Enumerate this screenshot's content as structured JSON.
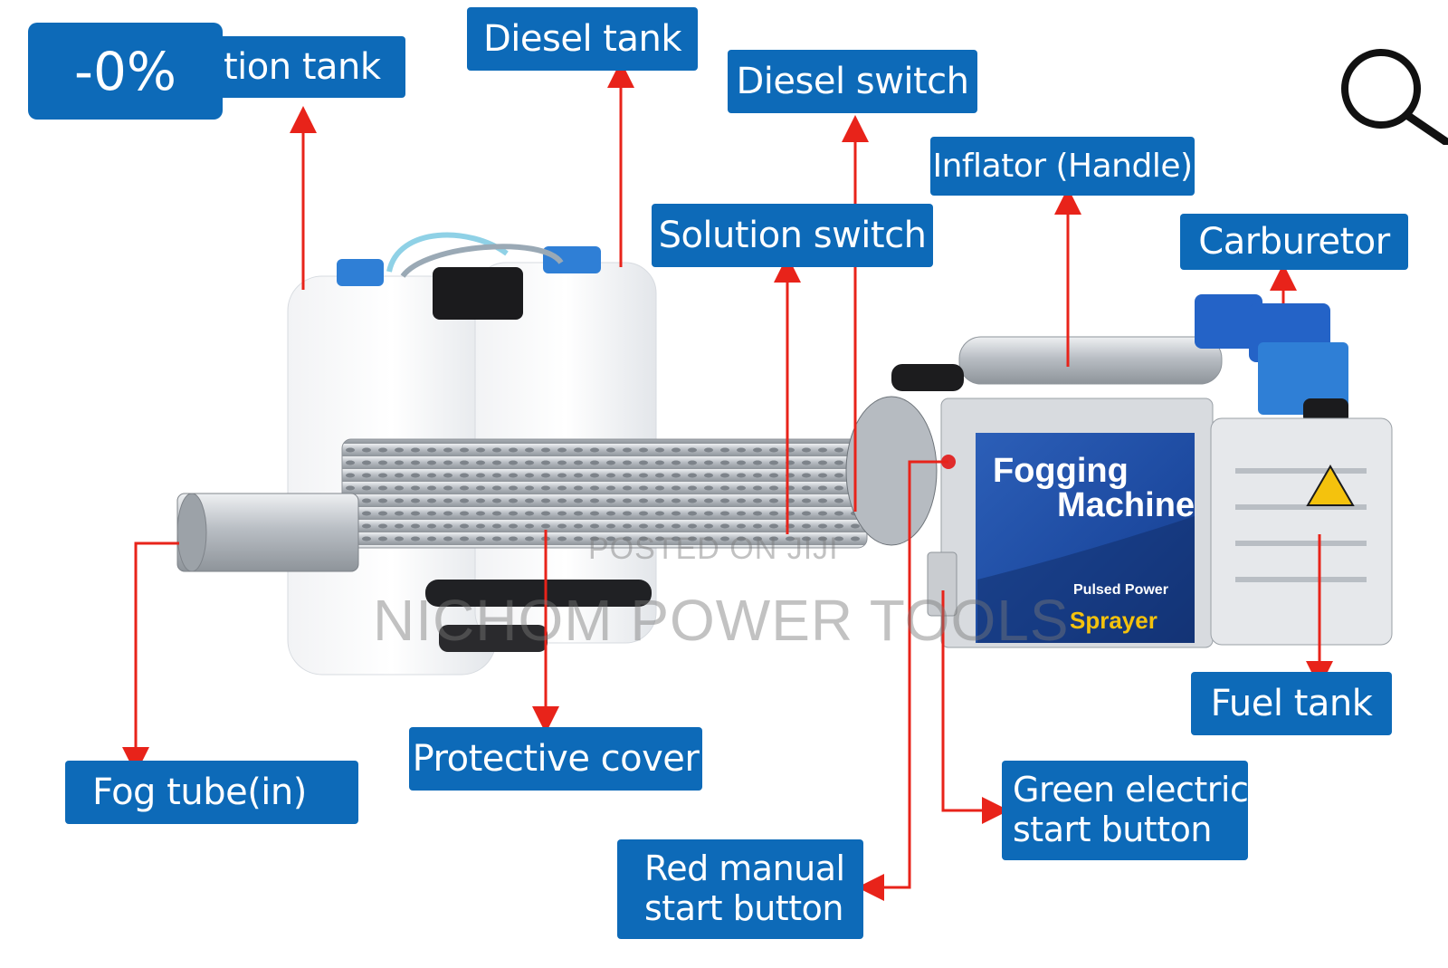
{
  "discount": {
    "text": "-0%"
  },
  "labels": {
    "solution_tank": "tion tank",
    "diesel_tank": "Diesel tank",
    "diesel_switch": "Diesel switch",
    "inflator_handle": "Inflator (Handle)",
    "solution_switch": "Solution switch",
    "carburetor": "Carburetor",
    "fuel_tank": "Fuel tank",
    "fog_tube": "Fog tube(in)",
    "protective_cover": "Protective cover",
    "green_start_line1": "Green electric",
    "green_start_line2": "start button",
    "red_start_line1": "Red manual",
    "red_start_line2": "start button"
  },
  "machine_panel": {
    "line1": "Fogging",
    "line2": "Machine",
    "line3": "Pulsed Power",
    "line4": "Sprayer"
  },
  "watermarks": {
    "posted": "POSTED ON JIJI",
    "brand": "NICHOM POWER TOOLS"
  },
  "colors": {
    "label_bg": "#0d6ab8",
    "arrow": "#e8231a",
    "steel": "#c9ccd0"
  },
  "icons": {
    "zoom": "search-icon"
  }
}
